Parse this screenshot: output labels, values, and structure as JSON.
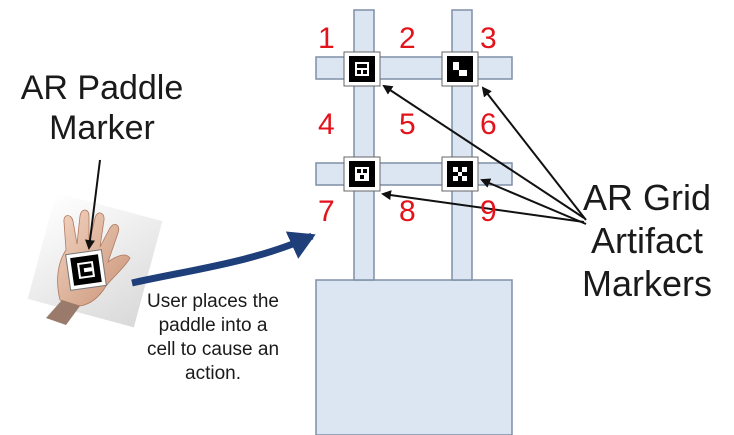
{
  "labels": {
    "paddle_marker": [
      "AR Paddle",
      "Marker"
    ],
    "grid_markers": [
      "AR Grid",
      "Artifact",
      "Markers"
    ],
    "caption": [
      "User places the",
      "paddle into a",
      "cell to cause an",
      "action."
    ]
  },
  "cells": [
    "1",
    "2",
    "3",
    "4",
    "5",
    "6",
    "7",
    "8",
    "9"
  ],
  "colors": {
    "grid_fill": "#dce6f2",
    "grid_stroke": "#7f8fa6",
    "cell_number": "#e3121b",
    "action_arrow": "#1f3f7a",
    "marker": "#000000",
    "text": "#1a1a1a"
  }
}
